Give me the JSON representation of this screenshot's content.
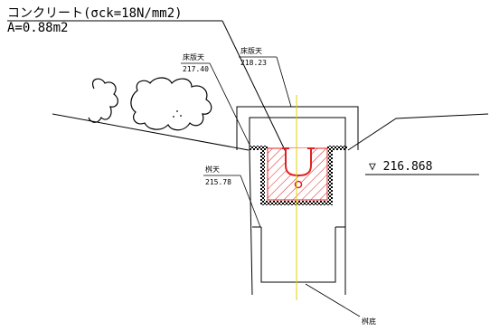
{
  "header": {
    "concrete_label": "コンクリート(σck=18N/mm2)",
    "area_label": "A=0.88m2"
  },
  "labels": {
    "slab_top_inner_title": "床版天",
    "slab_top_inner_value": "217.40",
    "slab_top_outer_title": "床版天",
    "slab_top_outer_value": "218.23",
    "basin_top_title": "桝天",
    "basin_top_value": "215.78",
    "basin_bottom_title": "桝底",
    "water_level": "▽ 216.868"
  },
  "colors": {
    "line": "#000000",
    "hatch": "#e02020",
    "centerline": "#e0d000"
  }
}
